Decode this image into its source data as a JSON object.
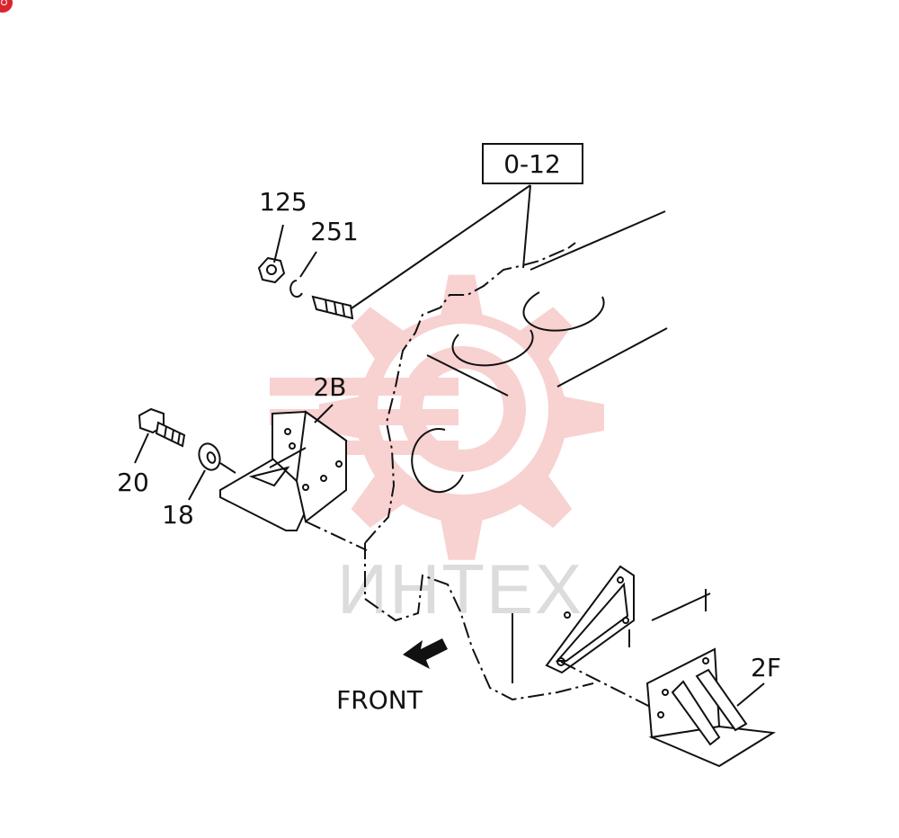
{
  "callouts": {
    "ref_box": "0-12",
    "nut": "125",
    "snap_ring": "251",
    "bracket_rear": "2B",
    "bolt": "20",
    "washer": "18",
    "bracket_front": "2F"
  },
  "direction_label": "FRONT",
  "watermark": {
    "text": "ИНТЕХ",
    "logo_icon": "gear-logo-icon",
    "color": "#f7c9c9"
  },
  "badge": {
    "icon": "corner-badge-icon",
    "color": "#d9252d"
  }
}
